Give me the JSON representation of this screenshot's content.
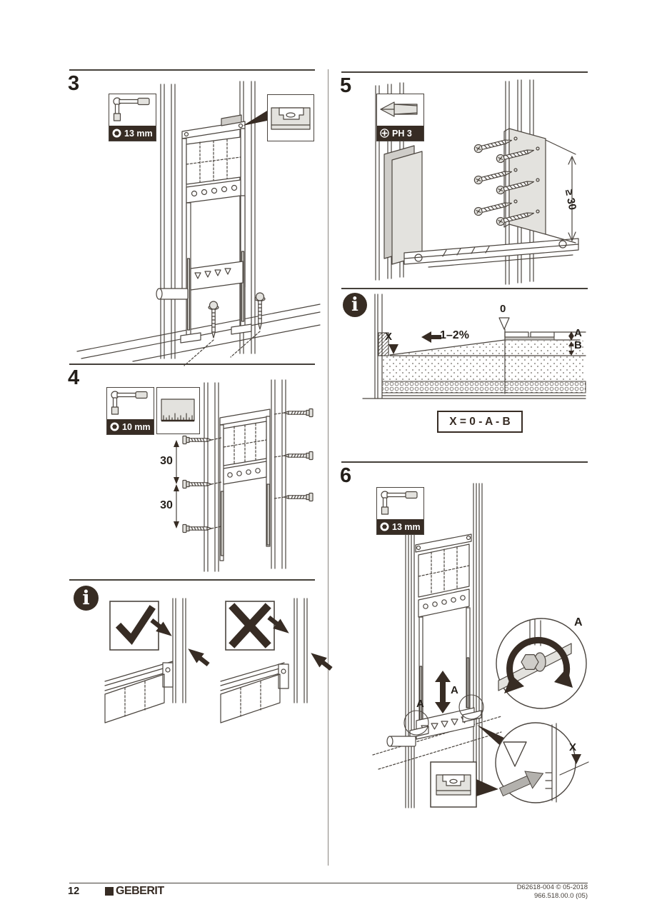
{
  "colors": {
    "ink": "#372c24",
    "line": "#4b453f",
    "panel_gray": "#cfcdc9",
    "light_gray": "#e3e2de"
  },
  "steps": {
    "s3": {
      "number": "3",
      "tool": "13 mm"
    },
    "s4": {
      "number": "4",
      "tool": "10 mm",
      "dim_upper": "30",
      "dim_lower": "30"
    },
    "s5": {
      "number": "5",
      "tool": "PH 3",
      "min_depth": "≥ 30"
    },
    "s6": {
      "number": "6",
      "tool": "13 mm",
      "adjust_label": "A",
      "foot_label_left": "A",
      "foot_label_right": "A",
      "level_offset_label": "X"
    }
  },
  "floor_note": {
    "zero": "0",
    "x": "X",
    "slope": "1–2%",
    "a": "A",
    "b": "B",
    "formula": "X = 0 - A - B"
  },
  "footer": {
    "page_number": "12",
    "brand": "GEBERIT",
    "doc_code": "D62618-004 © 05-2018",
    "article_code": "966.518.00.0 (05)"
  }
}
